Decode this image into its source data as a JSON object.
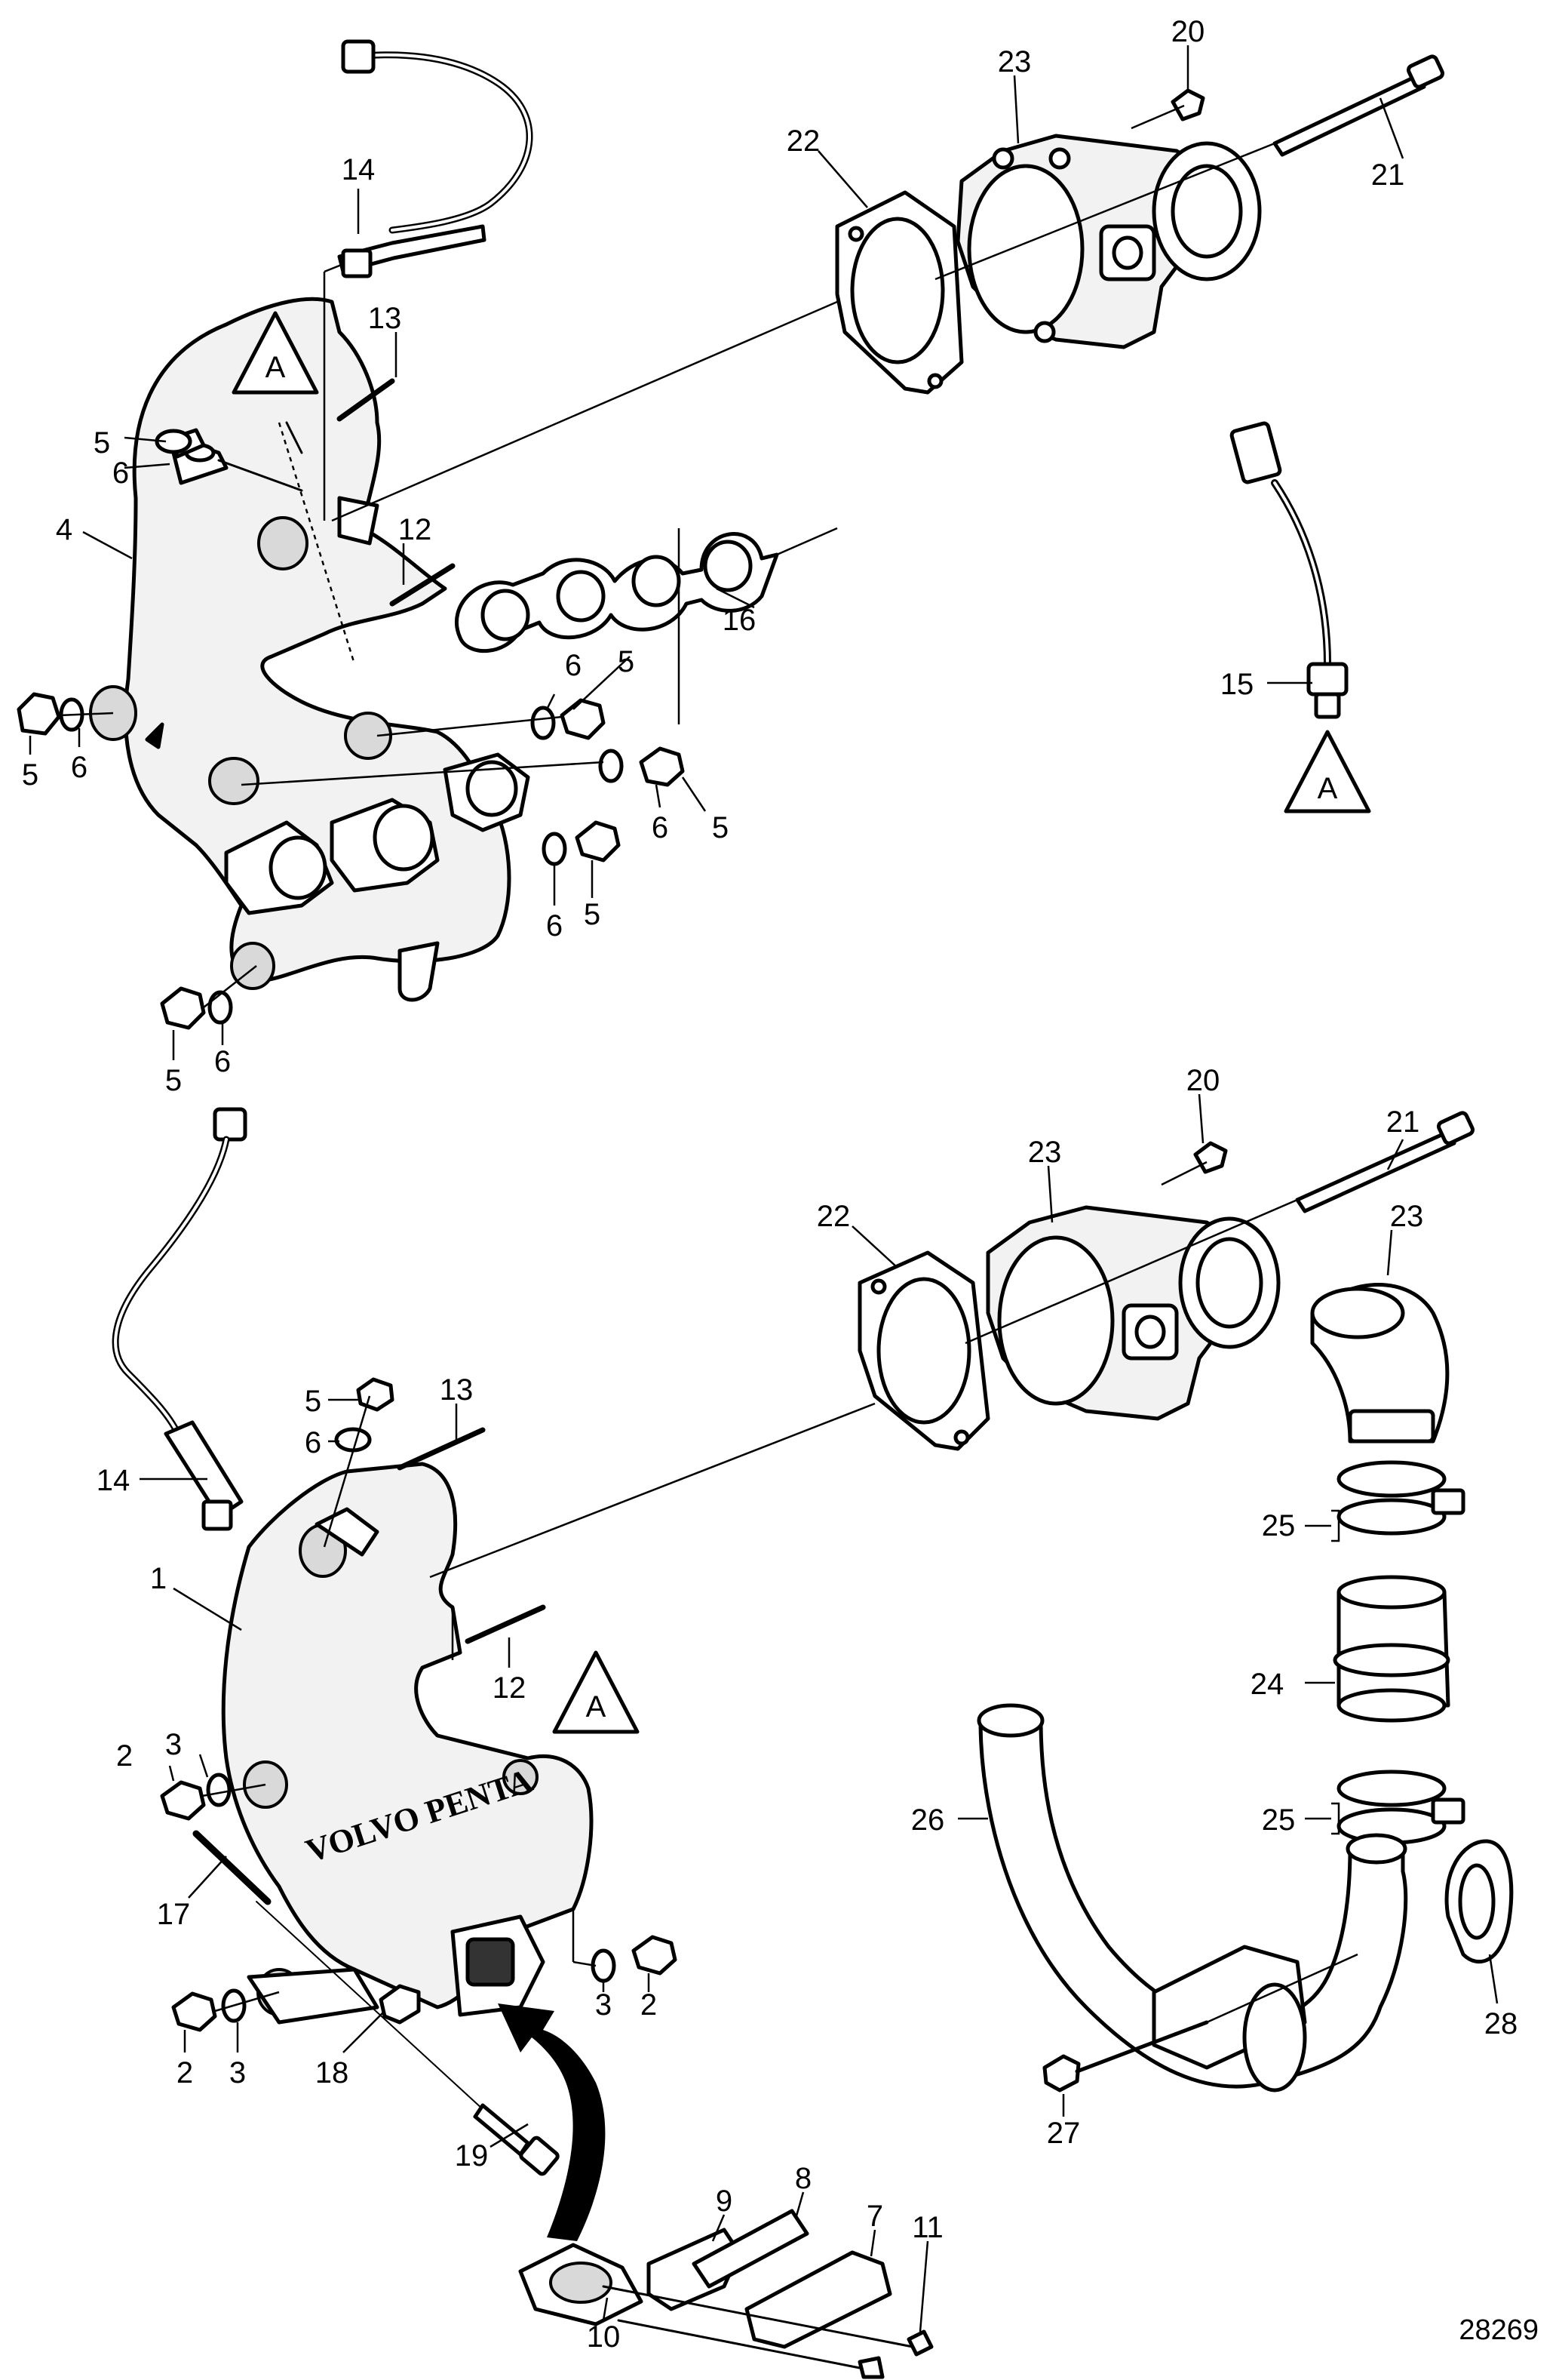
{
  "drawing_number": "28269",
  "reference_marker": "A",
  "callouts": {
    "upper": [
      {
        "id": "u14",
        "label": "14"
      },
      {
        "id": "u13",
        "label": "13"
      },
      {
        "id": "u5a",
        "label": "5"
      },
      {
        "id": "u6a",
        "label": "6"
      },
      {
        "id": "u4",
        "label": "4"
      },
      {
        "id": "u12",
        "label": "12"
      },
      {
        "id": "u16",
        "label": "16"
      },
      {
        "id": "u6b",
        "label": "6"
      },
      {
        "id": "u5b",
        "label": "5"
      },
      {
        "id": "u5c",
        "label": "5"
      },
      {
        "id": "u6c",
        "label": "6"
      },
      {
        "id": "u6d",
        "label": "6"
      },
      {
        "id": "u5d",
        "label": "5"
      },
      {
        "id": "u6e",
        "label": "6"
      },
      {
        "id": "u5e",
        "label": "5"
      },
      {
        "id": "u5f",
        "label": "5"
      },
      {
        "id": "u6f",
        "label": "6"
      },
      {
        "id": "u22",
        "label": "22"
      },
      {
        "id": "u23",
        "label": "23"
      },
      {
        "id": "u20",
        "label": "20"
      },
      {
        "id": "u21",
        "label": "21"
      },
      {
        "id": "u15",
        "label": "15"
      }
    ],
    "lower": [
      {
        "id": "l22",
        "label": "22"
      },
      {
        "id": "l23",
        "label": "23"
      },
      {
        "id": "l20",
        "label": "20"
      },
      {
        "id": "l21",
        "label": "21"
      },
      {
        "id": "l23b",
        "label": "23"
      },
      {
        "id": "l5",
        "label": "5"
      },
      {
        "id": "l6",
        "label": "6"
      },
      {
        "id": "l13",
        "label": "13"
      },
      {
        "id": "l14",
        "label": "14"
      },
      {
        "id": "l1",
        "label": "1"
      },
      {
        "id": "l12",
        "label": "12"
      },
      {
        "id": "l25a",
        "label": "25"
      },
      {
        "id": "l24",
        "label": "24"
      },
      {
        "id": "l25b",
        "label": "25"
      },
      {
        "id": "l26",
        "label": "26"
      },
      {
        "id": "l2a",
        "label": "2"
      },
      {
        "id": "l3a",
        "label": "3"
      },
      {
        "id": "l17",
        "label": "17"
      },
      {
        "id": "l3b",
        "label": "3"
      },
      {
        "id": "l2b",
        "label": "2"
      },
      {
        "id": "l2c",
        "label": "2"
      },
      {
        "id": "l3c",
        "label": "3"
      },
      {
        "id": "l18",
        "label": "18"
      },
      {
        "id": "l19",
        "label": "19"
      },
      {
        "id": "l28",
        "label": "28"
      },
      {
        "id": "l27",
        "label": "27"
      },
      {
        "id": "l9",
        "label": "9"
      },
      {
        "id": "l8",
        "label": "8"
      },
      {
        "id": "l7",
        "label": "7"
      },
      {
        "id": "l11",
        "label": "11"
      },
      {
        "id": "l10",
        "label": "10"
      }
    ]
  },
  "logo_text": "VOLVO PENTA"
}
